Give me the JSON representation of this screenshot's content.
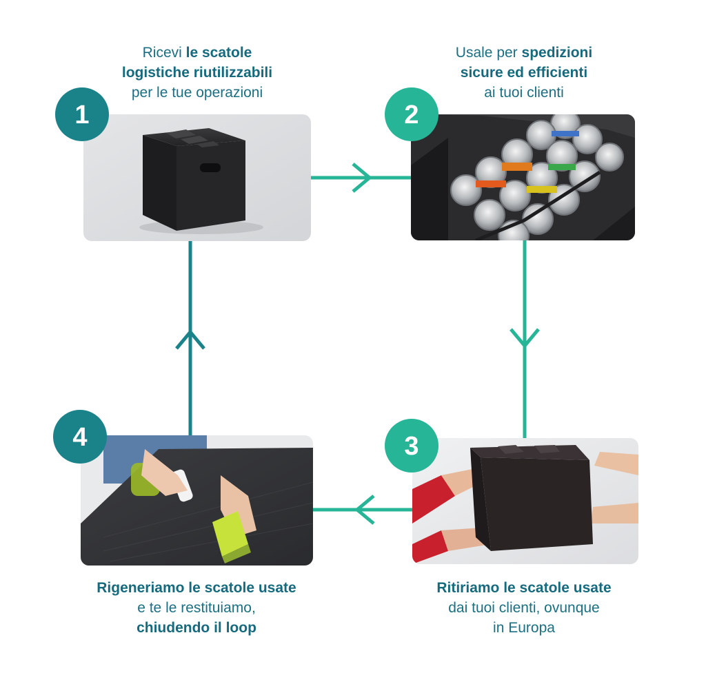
{
  "colors": {
    "teal_dark": "#1a8289",
    "teal_green": "#27b597",
    "text_teal": "#1b6f82"
  },
  "steps": [
    {
      "number": "1",
      "line1_regular": "Ricevi ",
      "line1_bold": "le scatole",
      "line2_bold": "logistiche riutilizzabili",
      "line3_regular": "per le tue operazioni",
      "photo": "black-collapsible-box-photo"
    },
    {
      "number": "2",
      "line1_regular": "Usale per ",
      "line1_bold": "spedizioni",
      "line2_bold": "sicure ed efficienti",
      "line3_regular": "ai tuoi clienti",
      "photo": "box-with-cans-photo"
    },
    {
      "number": "3",
      "line1_bold": "Ritiriamo le scatole usate",
      "line2_regular": "dai tuoi clienti, ovunque",
      "line3_regular": "in Europa",
      "photo": "box-handover-photo"
    },
    {
      "number": "4",
      "line1_bold": "Rigeneriamo le scatole usate",
      "line2_regular": "e te le restituiamo,",
      "line3_bold": "chiudendo il loop",
      "photo": "cleaning-box-photo"
    }
  ]
}
